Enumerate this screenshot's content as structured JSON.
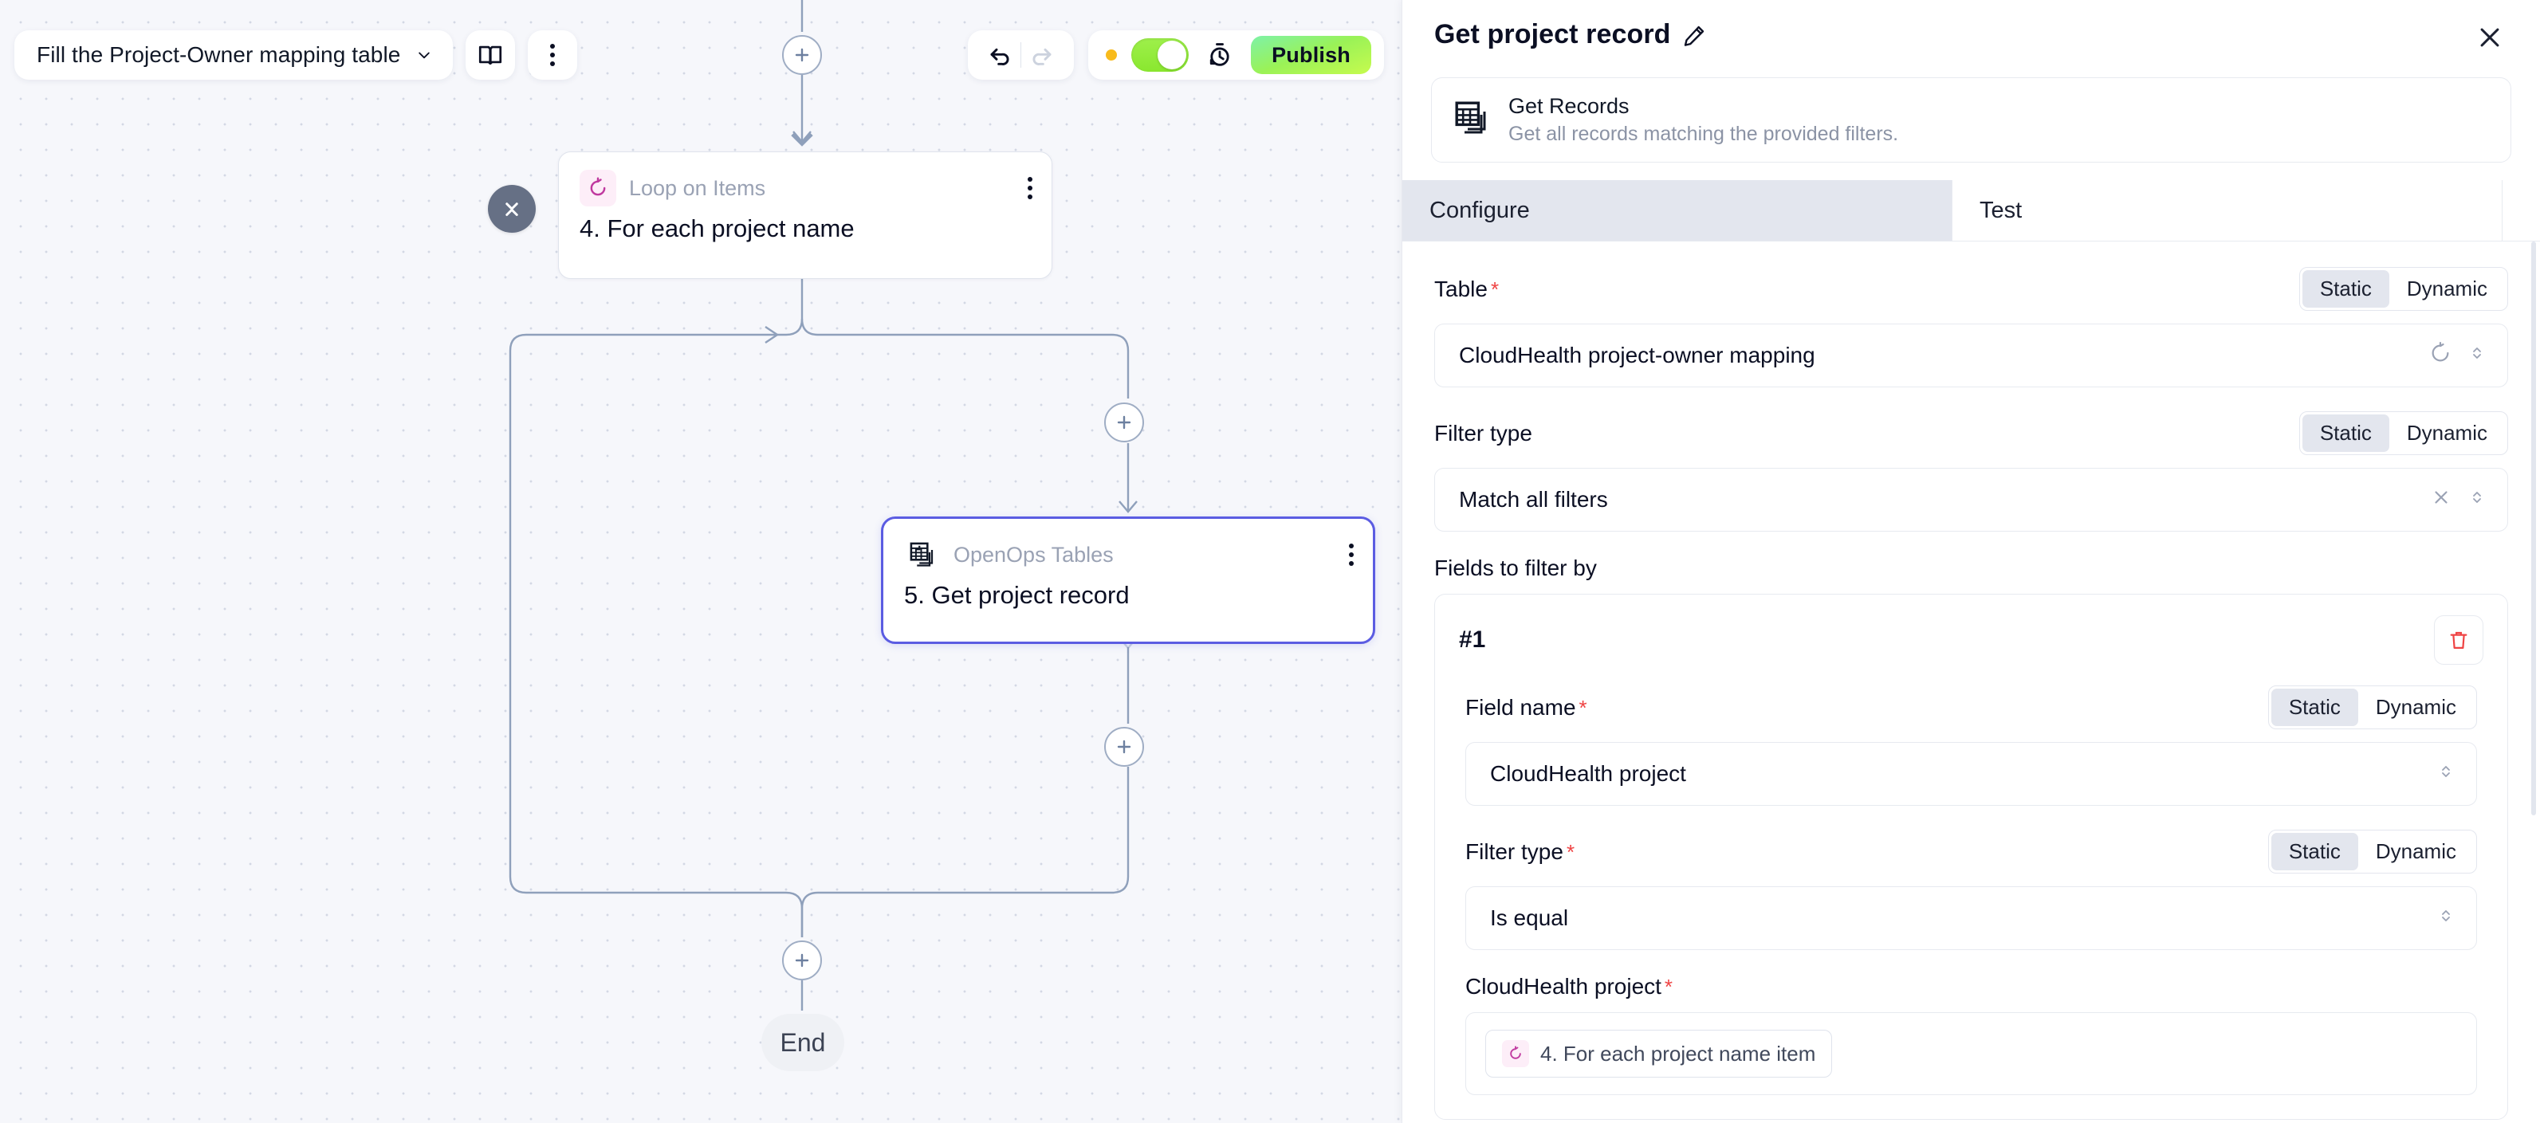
{
  "toolbar": {
    "flow_name": "Fill the Project-Owner mapping table",
    "flow_name_caret_icon": "chevron-down-icon",
    "docs_icon": "book-icon",
    "more_icon": "more-vertical-icon",
    "undo_icon": "undo-icon",
    "redo_icon": "redo-icon",
    "status_dot_icon": "status-dot-icon",
    "status_dot_color": "#f8bb1c",
    "toggle_icon": "toggle-switch-on",
    "toggle_color": "#8ae72f",
    "history_icon": "run-history-icon",
    "publish_label": "Publish",
    "publish_gradient_from": "#7ef2a8",
    "publish_gradient_to": "#c6fb4e"
  },
  "canvas": {
    "background": "#f6f7fb",
    "dot_color": "#d3d8e4",
    "edge_color": "#8fa0bb",
    "collapse_icon": "collapse-chevrons-icon",
    "add_step_icon": "plus-icon",
    "end_label": "End",
    "nodes": [
      {
        "id": "loop",
        "kind": "Loop on Items",
        "title": "4. For each project name",
        "icon": "loop-icon",
        "icon_color": "#c0399f",
        "icon_bg": "#fdeef8",
        "menu_icon": "more-vertical-icon",
        "selected": false
      },
      {
        "id": "tables",
        "kind": "OpenOps Tables",
        "title": "5. Get project record",
        "icon": "tables-icon",
        "icon_color": "#111827",
        "icon_bg": "#ffffff",
        "menu_icon": "more-vertical-icon",
        "selected": true,
        "selected_color": "#5b5ce2"
      }
    ]
  },
  "panel": {
    "title": "Get project record",
    "edit_icon": "pencil-icon",
    "close_icon": "close-icon",
    "piece": {
      "icon": "tables-icon",
      "name": "Get Records",
      "description": "Get all records matching the provided filters."
    },
    "tabs": [
      {
        "label": "Configure",
        "active": true
      },
      {
        "label": "Test",
        "active": false
      }
    ],
    "fields": {
      "table": {
        "label": "Table",
        "required": true,
        "mode_options": [
          "Static",
          "Dynamic"
        ],
        "mode_selected": "Static",
        "value": "CloudHealth project-owner mapping",
        "refresh_icon": "refresh-icon",
        "chevron_icon": "chevron-updown-icon"
      },
      "filter_type": {
        "label": "Filter type",
        "required": false,
        "mode_options": [
          "Static",
          "Dynamic"
        ],
        "mode_selected": "Static",
        "value": "Match all filters",
        "clear_icon": "close-icon",
        "chevron_icon": "chevron-updown-icon"
      },
      "fields_to_filter_by": {
        "label": "Fields to filter by",
        "entries": [
          {
            "number": "#1",
            "delete_icon": "trash-icon",
            "delete_color": "#ef4444",
            "field_name": {
              "label": "Field name",
              "required": true,
              "mode_options": [
                "Static",
                "Dynamic"
              ],
              "mode_selected": "Static",
              "value": "CloudHealth project",
              "chevron_icon": "chevron-updown-icon"
            },
            "filter_type": {
              "label": "Filter type",
              "required": true,
              "mode_options": [
                "Static",
                "Dynamic"
              ],
              "mode_selected": "Static",
              "value": "Is equal",
              "chevron_icon": "chevron-updown-icon"
            },
            "value_field": {
              "label": "CloudHealth project",
              "required": true,
              "chips": [
                {
                  "icon": "loop-icon",
                  "label": "4. For each project name item"
                }
              ]
            }
          }
        ]
      }
    }
  }
}
